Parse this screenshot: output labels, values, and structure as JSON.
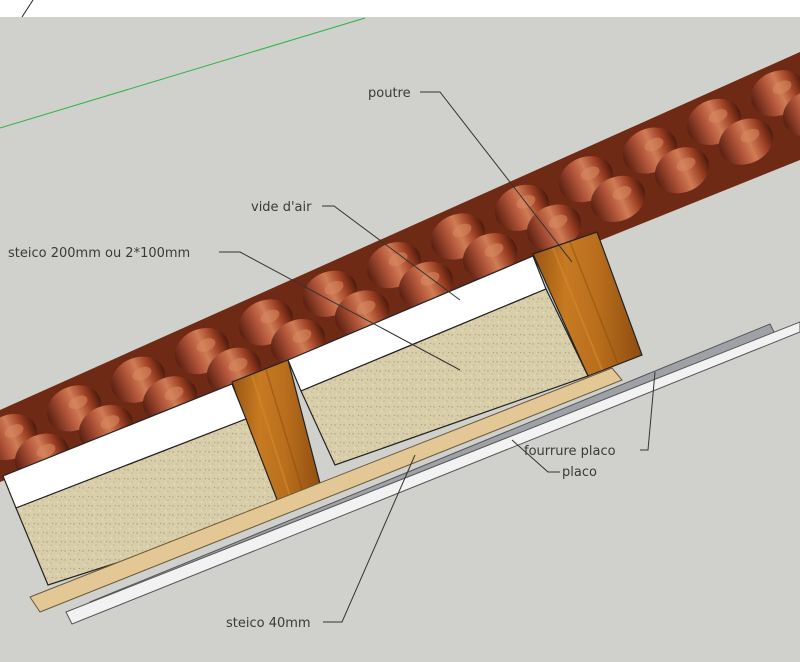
{
  "labels": {
    "poutre": "poutre",
    "vide_air": "vide d'air",
    "steico_main": "steico 200mm ou 2*100mm",
    "fourrure": "fourrure placo",
    "placo": "placo",
    "steico_40": "steico 40mm"
  },
  "colors": {
    "background": "#d0d0cc",
    "tiles": "#a64a2a",
    "tile_highlight": "#c8714a",
    "tile_shadow": "#5a1f10",
    "beam": "#b86e1c",
    "insulation": "#d9cfa8",
    "air_gap": "#ffffff",
    "steico_board": "#e3c896",
    "metal_rail": "#9ea2a6",
    "placo_board": "#f2f2f2",
    "axis_green": "#2eb34a"
  }
}
